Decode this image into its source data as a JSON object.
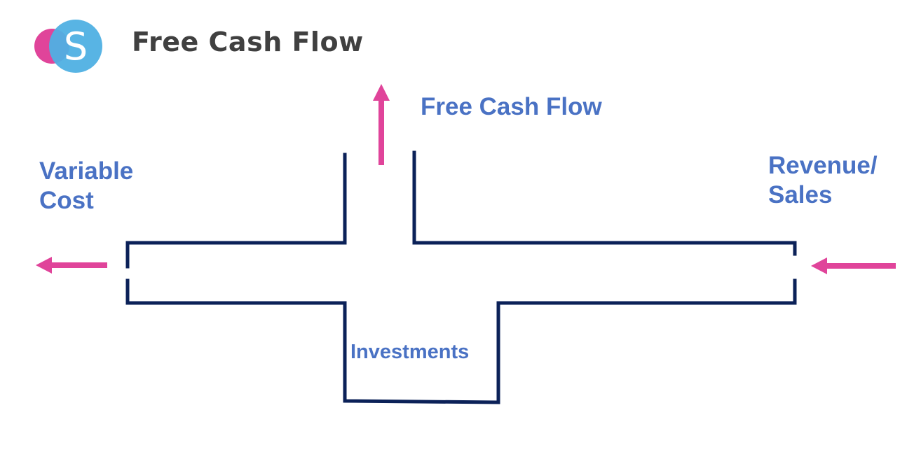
{
  "header": {
    "title": "Free Cash Flow",
    "logo_letter": "S",
    "logo_icon": "brand-s-logo-icon"
  },
  "diagram": {
    "labels": {
      "free_cash_flow": "Free Cash Flow",
      "variable_cost_line1": "Variable",
      "variable_cost_line2": "Cost",
      "revenue_line1": "Revenue/",
      "revenue_line2": "Sales",
      "investments": "Investments"
    },
    "arrows": [
      {
        "name": "free-cash-flow-arrow",
        "direction": "up"
      },
      {
        "name": "variable-cost-arrow",
        "direction": "left"
      },
      {
        "name": "revenue-arrow",
        "direction": "left"
      }
    ],
    "colors": {
      "pipe": "#0b2158",
      "arrow": "#e0449a",
      "label": "#4a72c4",
      "title": "#404040",
      "logo_blue": "#4fb0e3",
      "logo_pink": "#e0449a"
    }
  }
}
